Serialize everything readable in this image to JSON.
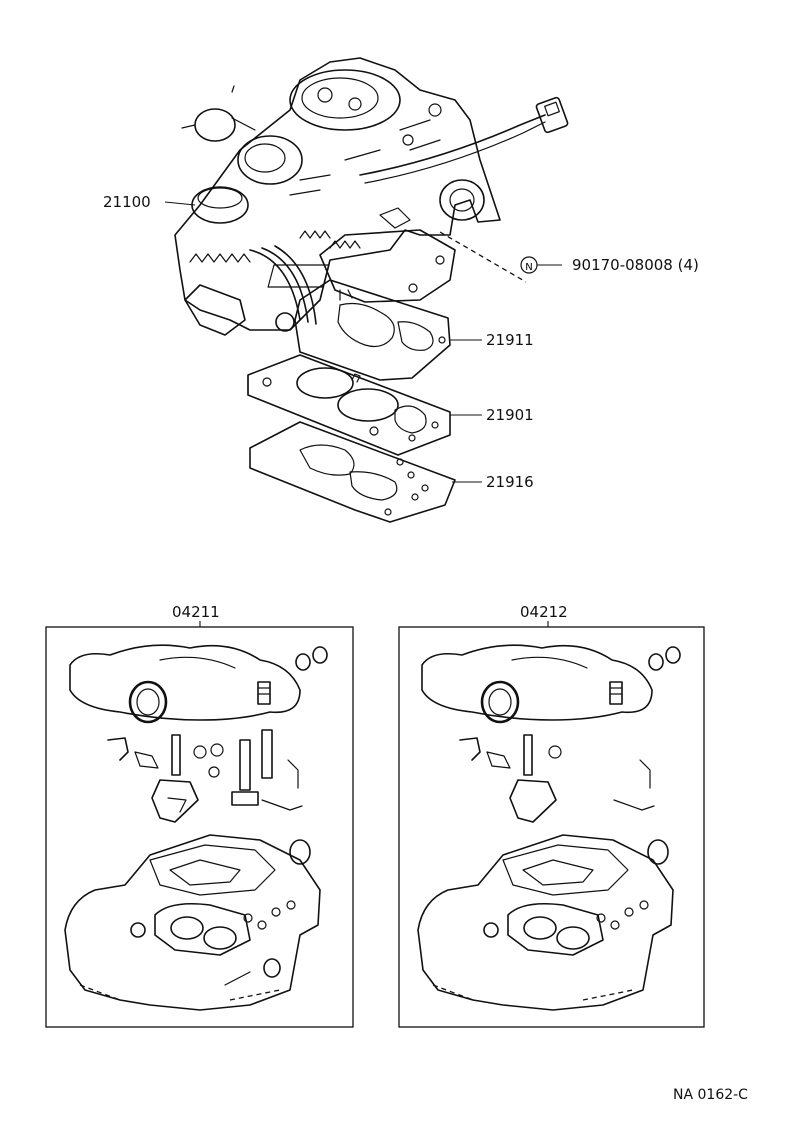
{
  "parts": {
    "carburetor": "21100",
    "nut": "90170-08008 (4)",
    "nut_symbol": "N",
    "gasket_upper": "21911",
    "insulator": "21901",
    "gasket_lower": "21916"
  },
  "kits": [
    {
      "label": "04211"
    },
    {
      "label": "04212"
    }
  ],
  "footer": {
    "code": "NA  0162-C"
  }
}
